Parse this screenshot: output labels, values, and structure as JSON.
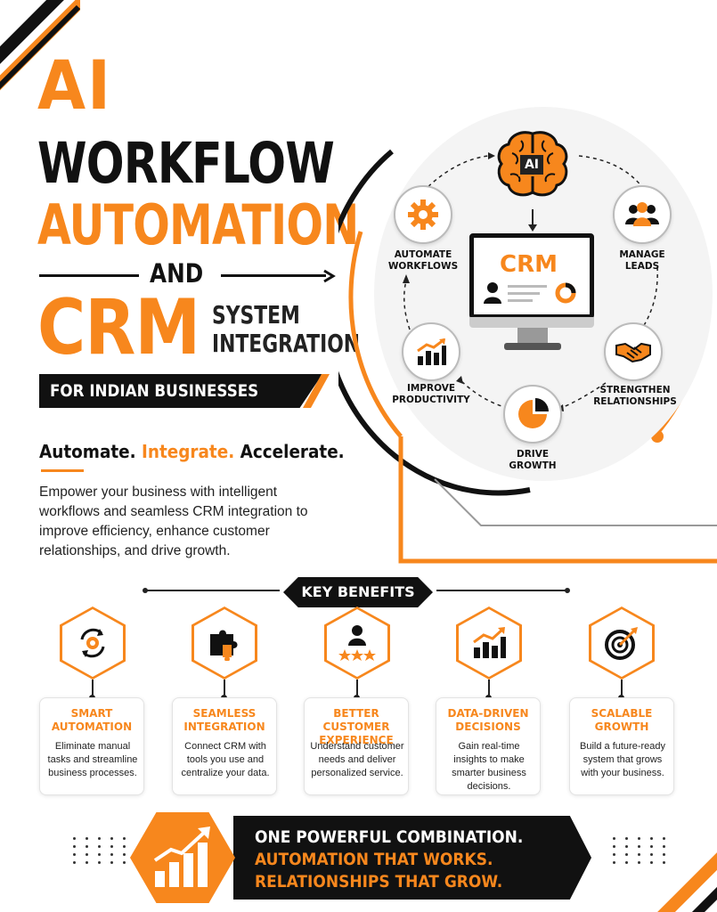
{
  "headline": {
    "line1": "AI",
    "line2": "WORKFLOW",
    "line3": "AUTOMATION",
    "line4": "AND",
    "line5": "CRM",
    "line6a": "SYSTEM",
    "line6b": "INTEGRATION"
  },
  "banner": "FOR INDIAN BUSINESSES",
  "tagline": {
    "part1": "Automate.",
    "part2": "Integrate.",
    "part3": "Accelerate."
  },
  "intro": "Empower your business with intelligent workflows and seamless CRM integration to improve efficiency, enhance customer relationships, and drive growth.",
  "diagram": {
    "ai_chip": "AI",
    "monitor_label": "CRM",
    "nodes": [
      {
        "label_a": "AUTOMATE",
        "label_b": "WORKFLOWS",
        "icon": "gear-icon"
      },
      {
        "label_a": "MANAGE",
        "label_b": "LEADS",
        "icon": "people-icon"
      },
      {
        "label_a": "STRENGTHEN",
        "label_b": "RELATIONSHIPS",
        "icon": "handshake-icon"
      },
      {
        "label_a": "DRIVE",
        "label_b": "GROWTH",
        "icon": "pie-chart-icon"
      },
      {
        "label_a": "IMPROVE",
        "label_b": "PRODUCTIVITY",
        "icon": "bar-chart-icon"
      }
    ]
  },
  "benefits": {
    "title": "KEY BENEFITS",
    "items": [
      {
        "title_a": "SMART",
        "title_b": "AUTOMATION",
        "desc": "Eliminate manual tasks and streamline business processes.",
        "icon": "gear-cycle-icon"
      },
      {
        "title_a": "SEAMLESS",
        "title_b": "INTEGRATION",
        "desc": "Connect CRM with tools you use and centralize your data.",
        "icon": "puzzle-icon"
      },
      {
        "title_a": "BETTER CUSTOMER",
        "title_b": "EXPERIENCE",
        "desc": "Understand customer needs and deliver personalized service.",
        "icon": "customer-star-icon"
      },
      {
        "title_a": "DATA-DRIVEN",
        "title_b": "DECISIONS",
        "desc": "Gain real-time insights to make smarter business decisions.",
        "icon": "growth-chart-icon"
      },
      {
        "title_a": "SCALABLE",
        "title_b": "GROWTH",
        "desc": "Build a future-ready system that grows with your business.",
        "icon": "target-icon"
      }
    ]
  },
  "footer": {
    "line1": "ONE POWERFUL COMBINATION.",
    "line2": "AUTOMATION THAT WORKS.",
    "line3": "RELATIONSHIPS THAT GROW."
  },
  "colors": {
    "accent": "#f7871d",
    "dark": "#111111"
  }
}
